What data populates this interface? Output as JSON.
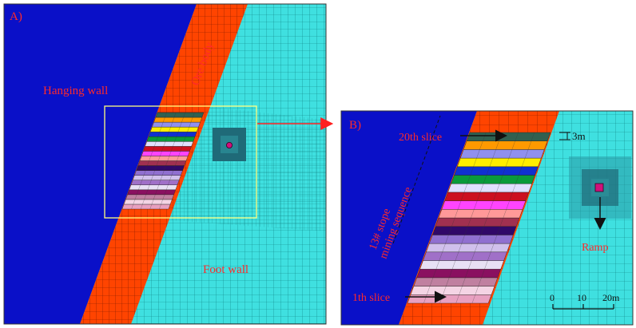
{
  "panel_a": {
    "label": "A)",
    "hanging_wall": "Hanging wall",
    "ore_body": "Ore body",
    "foot_wall": "Foot wall"
  },
  "panel_b": {
    "label": "B)",
    "slice_top": "20th slice",
    "slice_bottom": "1th slice",
    "sequence_line1": "13# stope",
    "sequence_line2": "mining sequence",
    "thickness": "3m",
    "ramp": "Ramp",
    "scale": {
      "t0": "0",
      "t1": "10",
      "t2": "20m"
    }
  },
  "colors": {
    "hanging_wall": "#0a10c8",
    "ore_body": "#ff4400",
    "foot_wall": "#3fe0e0",
    "label": "#ff2a2a",
    "zoom_box": "#ffff80",
    "arrow": "#ff2020"
  },
  "slice_colors": [
    "#e8a0c0",
    "#f4d4e4",
    "#c080a0",
    "#8a1060",
    "#e8e0f4",
    "#a070c8",
    "#d0c0ec",
    "#9070d0",
    "#300868",
    "#a03050",
    "#ff9999",
    "#ff44ff",
    "#cc1020",
    "#e0e0ff",
    "#0a9a3a",
    "#1030d0",
    "#ffee00",
    "#9090ee",
    "#ff9900",
    "#306050"
  ]
}
